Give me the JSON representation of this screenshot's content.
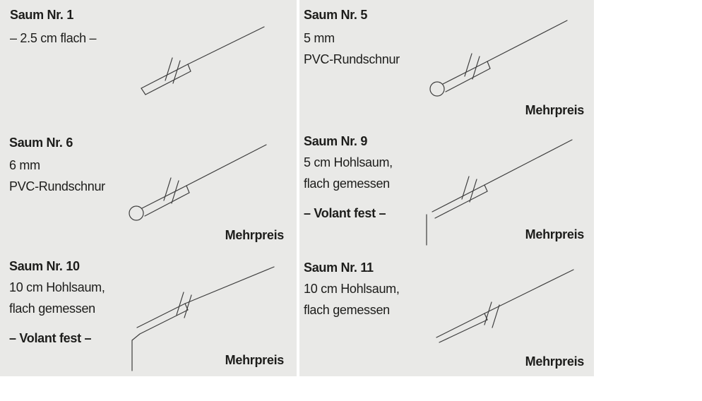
{
  "colors": {
    "page_background": "#ffffff",
    "panel_background": "#e9e9e7",
    "text": "#1d1d1b",
    "line": "#3d3d3d"
  },
  "panels": [
    {
      "title": "Saum Nr. 1",
      "desc": [
        "– 2.5 cm flach –"
      ],
      "note": "",
      "price": ""
    },
    {
      "title": "Saum Nr. 5",
      "desc": [
        "5 mm",
        "PVC-Rundschnur"
      ],
      "note": "",
      "price": "Mehrpreis"
    },
    {
      "title": "Saum Nr. 6",
      "desc": [
        "6 mm",
        "PVC-Rundschnur"
      ],
      "note": "",
      "price": "Mehrpreis"
    },
    {
      "title": "Saum Nr. 9",
      "desc": [
        "5 cm Hohlsaum,",
        "flach gemessen"
      ],
      "note": "– Volant fest –",
      "price": "Mehrpreis"
    },
    {
      "title": "Saum Nr. 10",
      "desc": [
        "10 cm Hohlsaum,",
        "flach gemessen"
      ],
      "note": "– Volant fest –",
      "price": "Mehrpreis"
    },
    {
      "title": "Saum Nr. 11",
      "desc": [
        "10 cm Hohlsaum,",
        "flach gemessen"
      ],
      "note": "",
      "price": "Mehrpreis"
    }
  ],
  "diagrams": [
    {
      "panel": "Saum Nr. 1",
      "type": "flat-hem"
    },
    {
      "panel": "Saum Nr. 5",
      "type": "pvc-cord-hem"
    },
    {
      "panel": "Saum Nr. 6",
      "type": "pvc-cord-hem"
    },
    {
      "panel": "Saum Nr. 9",
      "type": "hollow-hem-volant"
    },
    {
      "panel": "Saum Nr. 10",
      "type": "hollow-hem-volant"
    },
    {
      "panel": "Saum Nr. 11",
      "type": "hollow-hem"
    }
  ]
}
